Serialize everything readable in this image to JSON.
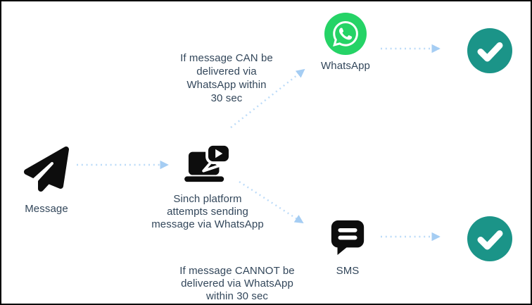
{
  "diagram": {
    "nodes": {
      "message": {
        "label": "Message",
        "icon": "paper-plane-icon"
      },
      "sinch": {
        "label": "Sinch platform\nattempts sending\nmessage via WhatsApp",
        "icon": "laptop-chat-icon"
      },
      "whatsapp": {
        "label": "WhatsApp",
        "icon": "whatsapp-icon"
      },
      "sms": {
        "label": "SMS",
        "icon": "sms-bubble-icon"
      },
      "success_top": {
        "label": "",
        "icon": "check-circle-icon"
      },
      "success_bottom": {
        "label": "",
        "icon": "check-circle-icon"
      }
    },
    "annotations": {
      "can": "If message CAN be\ndelivered via\nWhatsApp within\n30 sec",
      "cannot": "If message CANNOT be\ndelivered via WhatsApp\nwithin 30 sec"
    },
    "edges": [
      {
        "from": "message",
        "to": "sinch"
      },
      {
        "from": "sinch",
        "to": "whatsapp",
        "condition": "If message CAN be delivered via WhatsApp within 30 sec"
      },
      {
        "from": "whatsapp",
        "to": "success_top"
      },
      {
        "from": "sinch",
        "to": "sms",
        "condition": "If message CANNOT be delivered via WhatsApp within 30 sec"
      },
      {
        "from": "sms",
        "to": "success_bottom"
      }
    ],
    "colors": {
      "background": "#ffffff",
      "border": "#000000",
      "text": "#33475b",
      "arrow": "#bcdbf8",
      "arrowhead": "#a5cdf3",
      "whatsapp_green": "#25d366",
      "success_teal": "#1b9488",
      "icon_black": "#0d0d0d"
    }
  }
}
